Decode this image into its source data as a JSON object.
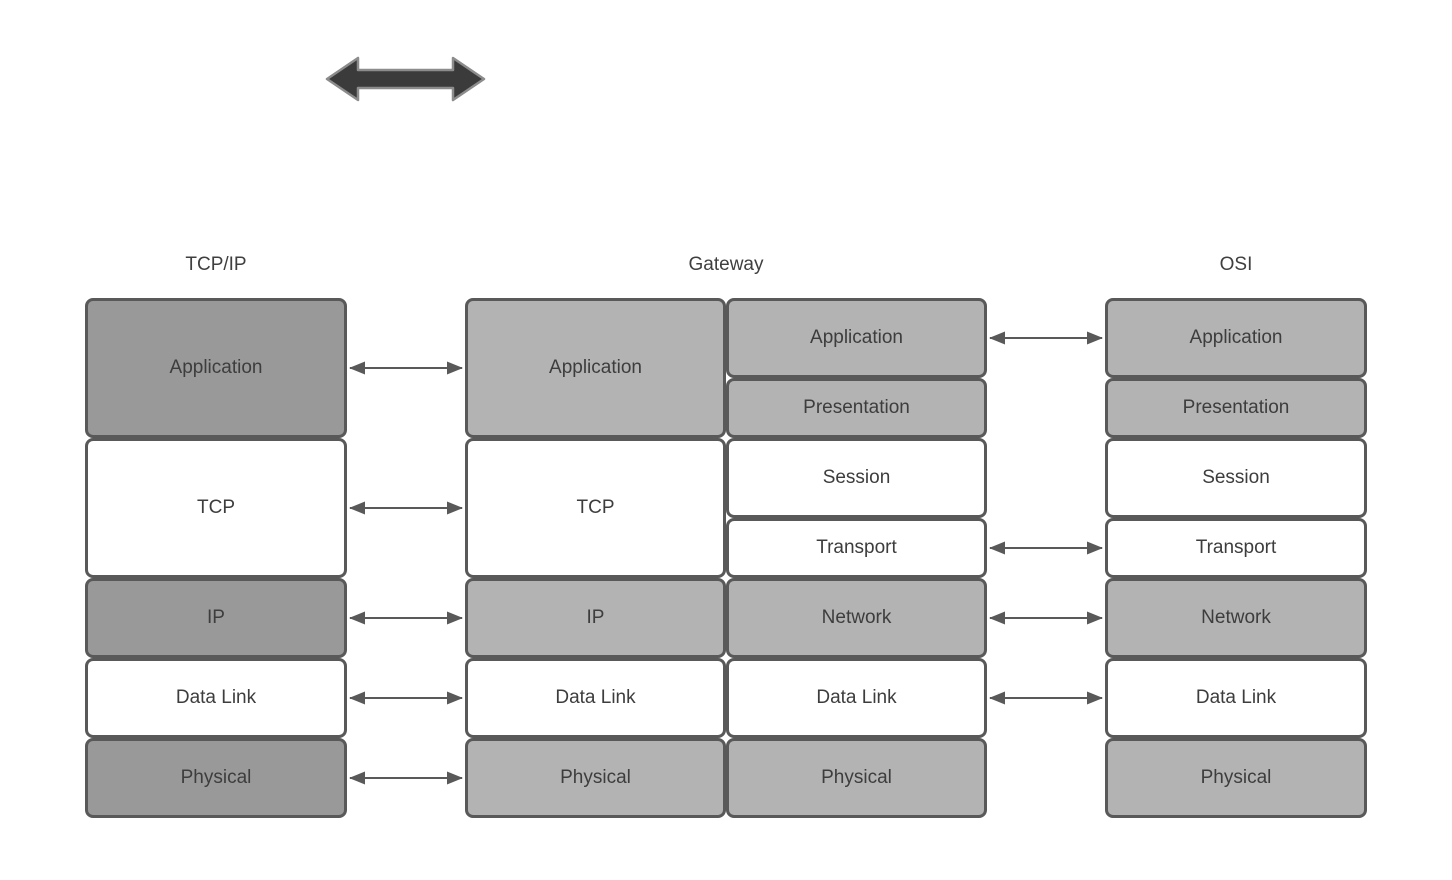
{
  "diagram": {
    "description": "Comparison of TCP/IP and OSI network layer models connected through a Gateway",
    "columns": {
      "tcpip": {
        "header": "TCP/IP",
        "layers": [
          {
            "label": "Application",
            "shade": "dark"
          },
          {
            "label": "TCP",
            "shade": "white"
          },
          {
            "label": "IP",
            "shade": "dark"
          },
          {
            "label": "Data Link",
            "shade": "white"
          },
          {
            "label": "Physical",
            "shade": "dark"
          }
        ]
      },
      "gateway": {
        "header": "Gateway",
        "left_stack": [
          {
            "label": "Application",
            "shade": "light"
          },
          {
            "label": "TCP",
            "shade": "white"
          },
          {
            "label": "IP",
            "shade": "light"
          },
          {
            "label": "Data Link",
            "shade": "white"
          },
          {
            "label": "Physical",
            "shade": "light"
          }
        ],
        "right_stack": [
          {
            "label": "Application",
            "shade": "light"
          },
          {
            "label": "Presentation",
            "shade": "light"
          },
          {
            "label": "Session",
            "shade": "white"
          },
          {
            "label": "Transport",
            "shade": "white"
          },
          {
            "label": "Network",
            "shade": "light"
          },
          {
            "label": "Data Link",
            "shade": "white"
          },
          {
            "label": "Physical",
            "shade": "light"
          }
        ]
      },
      "osi": {
        "header": "OSI",
        "layers": [
          {
            "label": "Application",
            "shade": "light"
          },
          {
            "label": "Presentation",
            "shade": "light"
          },
          {
            "label": "Session",
            "shade": "white"
          },
          {
            "label": "Transport",
            "shade": "white"
          },
          {
            "label": "Network",
            "shade": "light"
          },
          {
            "label": "Data Link",
            "shade": "white"
          },
          {
            "label": "Physical",
            "shade": "light"
          }
        ]
      }
    },
    "connectors": {
      "tcpip_to_gateway": [
        "Application",
        "TCP",
        "IP",
        "Data Link",
        "Physical"
      ],
      "gateway_to_osi": [
        "Application",
        "Transport",
        "Network",
        "Data Link"
      ]
    },
    "icons": {
      "top_double_arrow": "thick-horizontal-double-headed-arrow"
    },
    "colors": {
      "dark_gray_fill": "#999999",
      "light_gray_fill": "#b3b3b3",
      "white_fill": "#ffffff",
      "border": "#595959",
      "connector": "#595959",
      "thick_arrow_fill": "#3b3b3b",
      "thick_arrow_stroke": "#8c8c8c",
      "text": "#3f3f3f",
      "background": "#ffffff"
    }
  }
}
